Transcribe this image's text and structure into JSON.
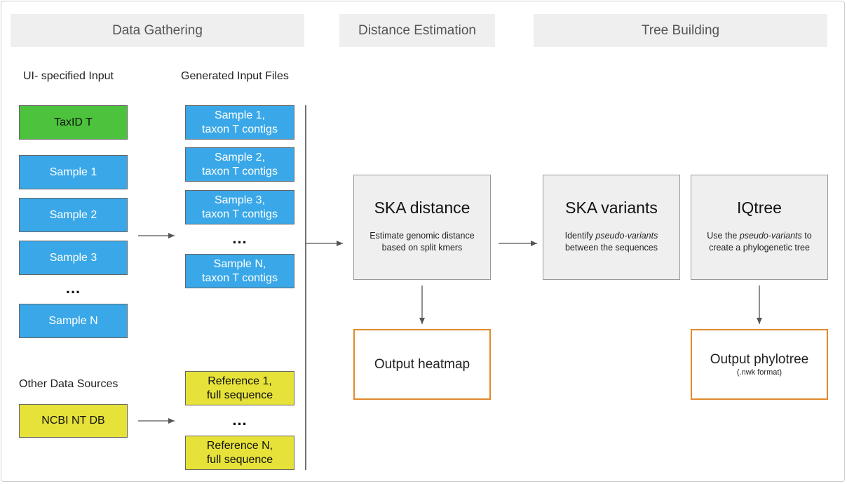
{
  "stages": {
    "gathering": "Data Gathering",
    "distance": "Distance Estimation",
    "tree": "Tree Building"
  },
  "columns": {
    "ui_input": "UI- specified Input",
    "generated": "Generated Input Files",
    "other_sources": "Other Data Sources"
  },
  "inputs": {
    "taxid": "TaxID T",
    "samples": [
      "Sample 1",
      "Sample 2",
      "Sample 3"
    ],
    "ellipsis": "...",
    "sample_n": "Sample N",
    "ncbi": "NCBI NT DB"
  },
  "generated_files": {
    "contigs": [
      [
        "Sample 1,",
        "taxon T contigs"
      ],
      [
        "Sample 2,",
        "taxon T contigs"
      ],
      [
        "Sample 3,",
        "taxon T contigs"
      ]
    ],
    "ellipsis": "...",
    "contig_n": [
      "Sample N,",
      "taxon T contigs"
    ],
    "references": [
      [
        "Reference 1,",
        "full sequence"
      ]
    ],
    "ref_ellipsis": "...",
    "reference_n": [
      "Reference N,",
      "full sequence"
    ]
  },
  "processes": {
    "ska_distance": {
      "title": "SKA distance",
      "desc": [
        "Estimate genomic distance",
        "based on split kmers"
      ]
    },
    "ska_variants": {
      "title": "SKA variants",
      "desc_pre": "Identify ",
      "desc_em": "pseudo-variants",
      "desc_post": "between the sequences"
    },
    "iqtree": {
      "title": "IQtree",
      "desc_pre": "Use the ",
      "desc_em": "pseudo-variants",
      "desc_mid": " to",
      "desc_post": "create a phylogenetic tree"
    }
  },
  "outputs": {
    "heatmap": "Output heatmap",
    "phylotree": "Output phylotree",
    "phylotree_note": "(.nwk format)"
  },
  "colors": {
    "taxid": "#4cc23d",
    "sample": "#3aa8e8",
    "reference": "#e6e23a",
    "output_border": "#e08a2c",
    "stage_bg": "#efefef"
  }
}
